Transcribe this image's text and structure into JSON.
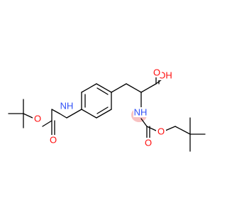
{
  "molecule": {
    "atom_labels": {
      "acid_oh": "OH",
      "acid_o": "O",
      "alpha_nh": "NH",
      "alpha_carbamate_o_double": "O",
      "alpha_carbamate_o_ester": "O",
      "side_nh": "NH",
      "side_carbamate_o_double": "O",
      "side_carbamate_o_ester": "O"
    },
    "colors": {
      "oxygen": "#ff0d0d",
      "nitrogen": "#3050f8",
      "bond": "#000000",
      "stereo_highlight": "#f7b6b6"
    }
  }
}
